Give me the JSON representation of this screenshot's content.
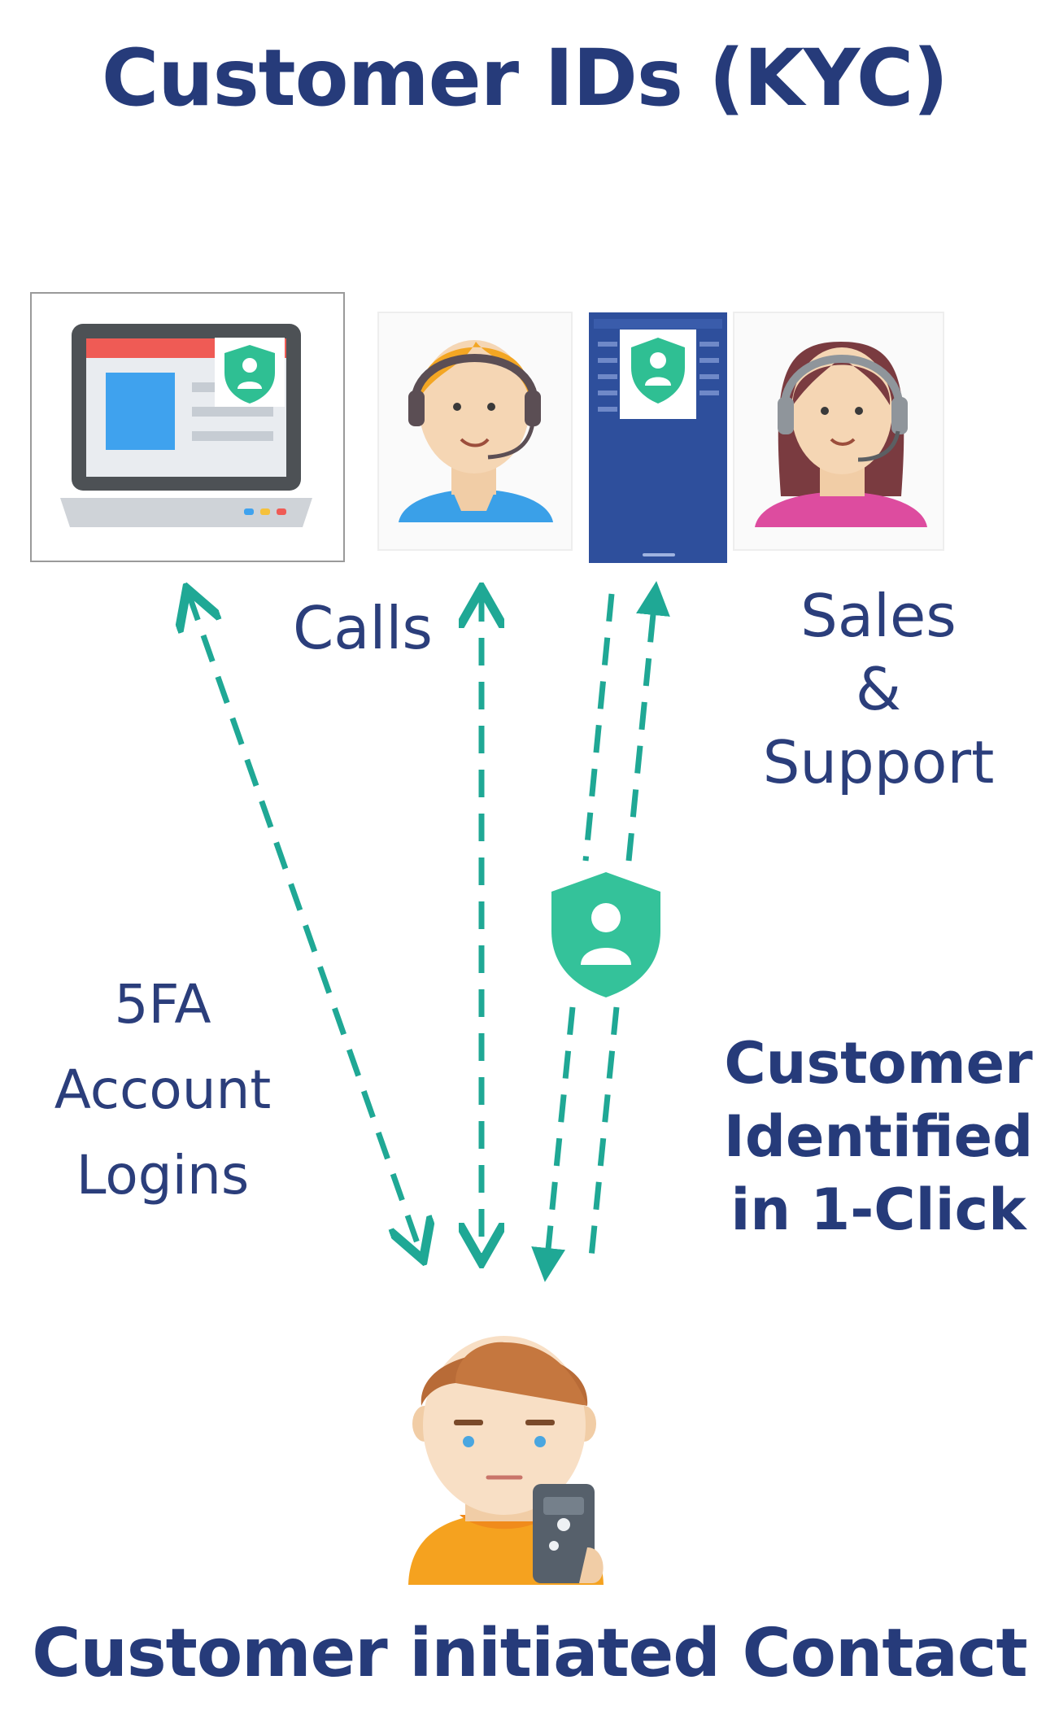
{
  "title": "Customer IDs (KYC)",
  "footer": "Customer initiated Contact",
  "labels": {
    "calls": "Calls",
    "sales_support": [
      "Sales",
      "&",
      "Support"
    ],
    "logins": [
      "5FA",
      "Account",
      "Logins"
    ],
    "identified": [
      "Customer",
      "Identified",
      "in 1-Click"
    ]
  },
  "icons": [
    "laptop-shield-icon",
    "male-agent-icon",
    "mobile-app-shield-icon",
    "female-agent-icon",
    "shield-user-icon",
    "customer-with-phone-icon"
  ],
  "colors": {
    "title": "#263b7a",
    "arrows": "#1fa895",
    "shield": "#2fbf93",
    "phone_screen": "#2e4f9c"
  }
}
